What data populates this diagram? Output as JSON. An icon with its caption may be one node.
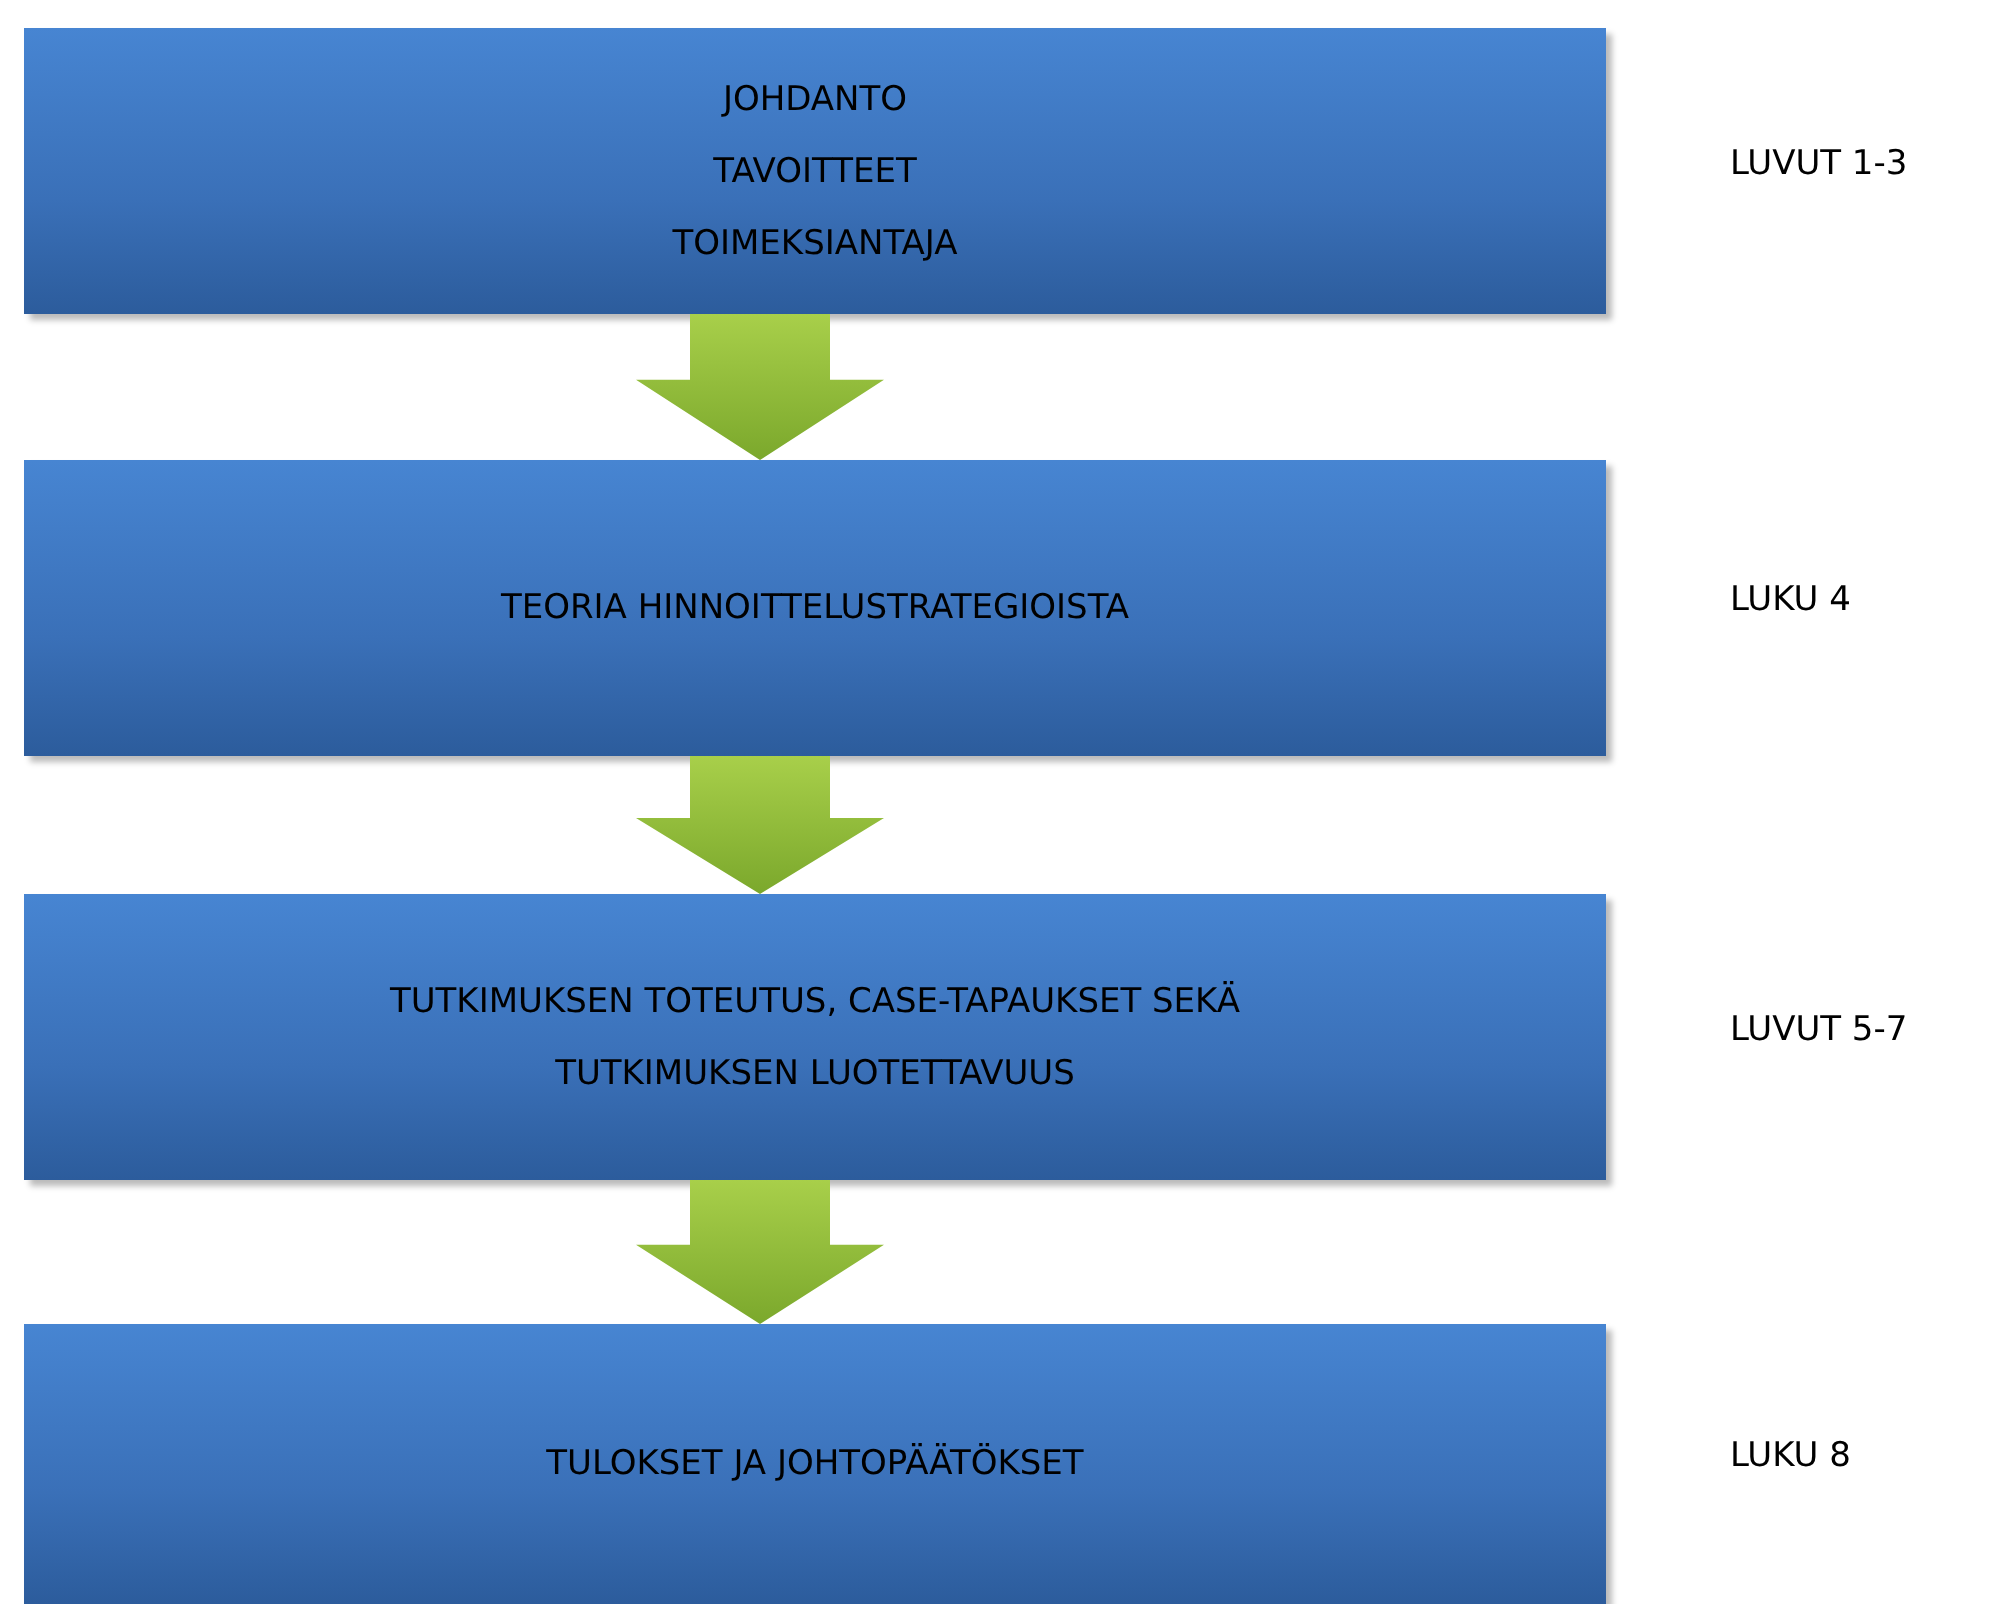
{
  "diagram": {
    "nodes": [
      {
        "text": [
          "JOHDANTO",
          "TAVOITTEET",
          "TOIMEKSIANTAJA"
        ],
        "beside": [
          "LUVUT 1-3"
        ]
      },
      {
        "text": [
          "TEORIA HINNOITTELUSTRATEGIOISTA"
        ],
        "beside": [
          "LUKU 4"
        ]
      },
      {
        "text": [
          "TUTKIMUKSEN TOTEUTUS, CASE-TAPAUKSET SEKÄ TUTKIMUKSEN LUOTETTAVUUS"
        ],
        "beside": [
          "LUVUT 5-7"
        ]
      },
      {
        "text": [
          "TULOKSET JA JOHTOPÄÄTÖKSET"
        ],
        "beside": [
          "LUKU 8"
        ]
      }
    ],
    "edges": [
      {
        "from": 0,
        "to": 1,
        "arrow": "to"
      },
      {
        "from": 1,
        "to": 2,
        "arrow": "to"
      },
      {
        "from": 2,
        "to": 3,
        "arrow": "to"
      }
    ]
  }
}
